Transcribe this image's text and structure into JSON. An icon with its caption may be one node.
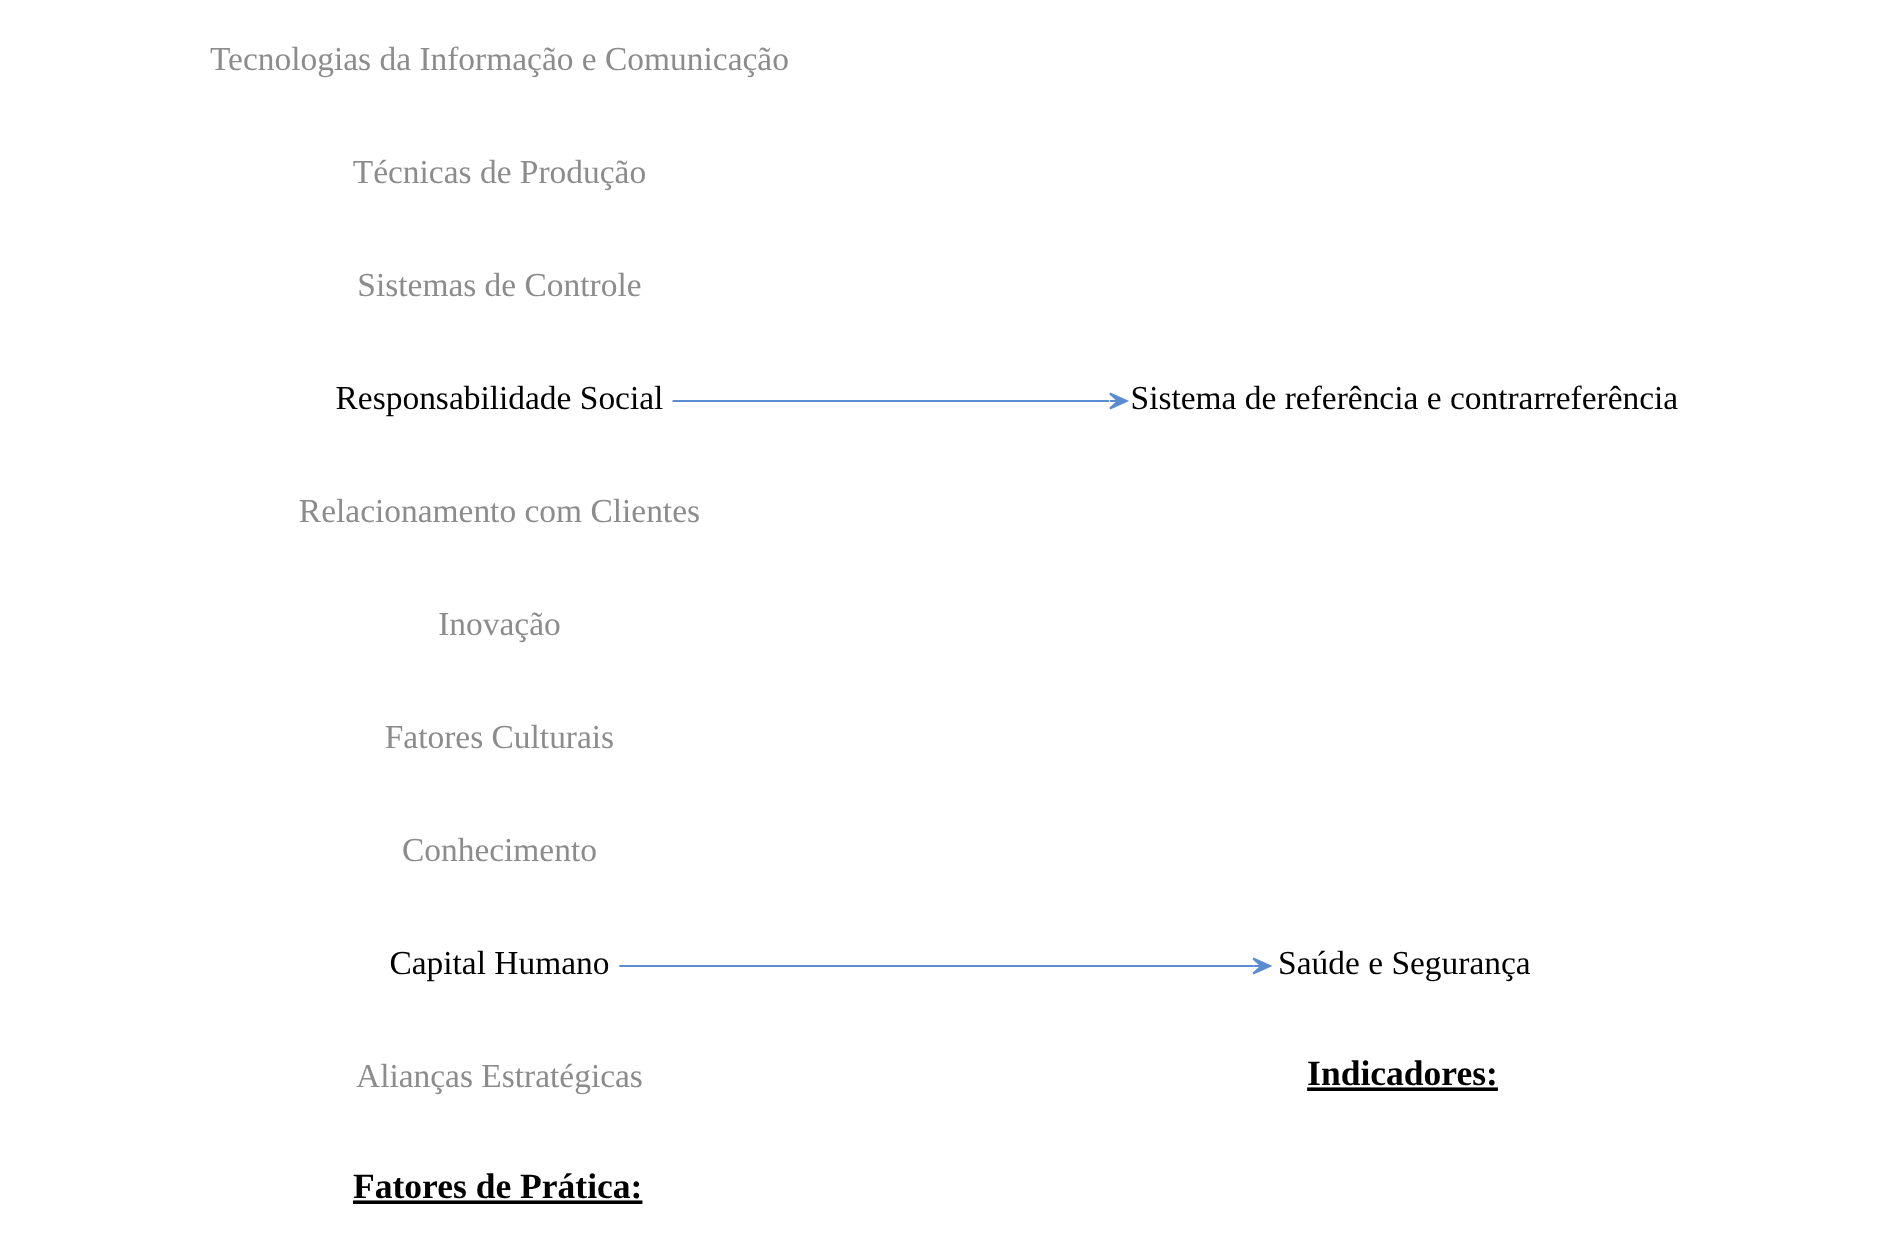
{
  "diagram": {
    "nodes": [
      {
        "text": [
          "Alianças Estratégicas"
        ]
      },
      {
        "text": [
          "Capital Humano"
        ]
      },
      {
        "text": [
          "Conhecimento"
        ]
      },
      {
        "text": [
          "Fatores Culturais"
        ]
      },
      {
        "text": [
          "Inovação"
        ]
      },
      {
        "text": [
          "Relacionamento com Clientes"
        ]
      },
      {
        "text": [
          "Responsabilidade Social"
        ]
      },
      {
        "text": [
          "Sistemas de Controle"
        ]
      },
      {
        "text": [
          "Técnicas de Produção"
        ]
      },
      {
        "text": [
          "Tecnologias da Informação e Comunicação"
        ]
      },
      {
        "text": [
          "Saúde e Segurança"
        ]
      },
      {
        "text": [
          "Sistema de referência e contrarreferência"
        ]
      }
    ],
    "edges": [
      {
        "from": 1,
        "to": 10,
        "arrow": "to"
      },
      {
        "from": 6,
        "to": 11,
        "arrow": "to"
      }
    ],
    "labels": [
      "Fatores de Prática:",
      "Indicadores:"
    ]
  }
}
